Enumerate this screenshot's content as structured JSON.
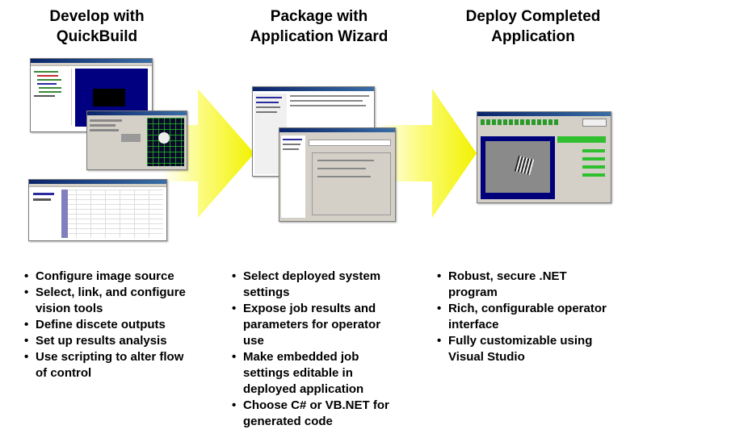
{
  "columns": [
    {
      "heading": [
        "Develop with",
        "QuickBuild"
      ],
      "bullets": [
        [
          "Configure image source"
        ],
        [
          "Select, link, and configure",
          "vision tools"
        ],
        [
          "Define discete outputs"
        ],
        [
          "Set up results analysis"
        ],
        [
          "Use scripting to alter flow",
          "of control"
        ]
      ]
    },
    {
      "heading": [
        "Package with",
        "Application Wizard"
      ],
      "bullets": [
        [
          "Select deployed system",
          "settings"
        ],
        [
          "Expose job results and",
          "parameters for operator",
          "use"
        ],
        [
          "Make embedded job",
          "settings editable in",
          "deployed application"
        ],
        [
          "Choose C# or VB.NET for",
          "generated code"
        ]
      ]
    },
    {
      "heading": [
        "Deploy Completed",
        "Application"
      ],
      "bullets": [
        [
          "Robust, secure .NET",
          "program"
        ],
        [
          "Rich, configurable operator",
          "interface"
        ],
        [
          "Fully customizable using",
          "Visual Studio"
        ]
      ]
    }
  ],
  "colors": {
    "arrow_core": "#f5f50a",
    "arrow_fade": "#ffffff",
    "titlebar": "#0a246a",
    "window_bg": "#d4d0c8"
  },
  "screenshots": [
    {
      "name": "quickbuild-main-window"
    },
    {
      "name": "quickbuild-image-tool-window"
    },
    {
      "name": "quickbuild-results-table-window"
    },
    {
      "name": "application-wizard-window-back"
    },
    {
      "name": "application-wizard-window-front"
    },
    {
      "name": "deployed-operator-interface-window"
    }
  ]
}
